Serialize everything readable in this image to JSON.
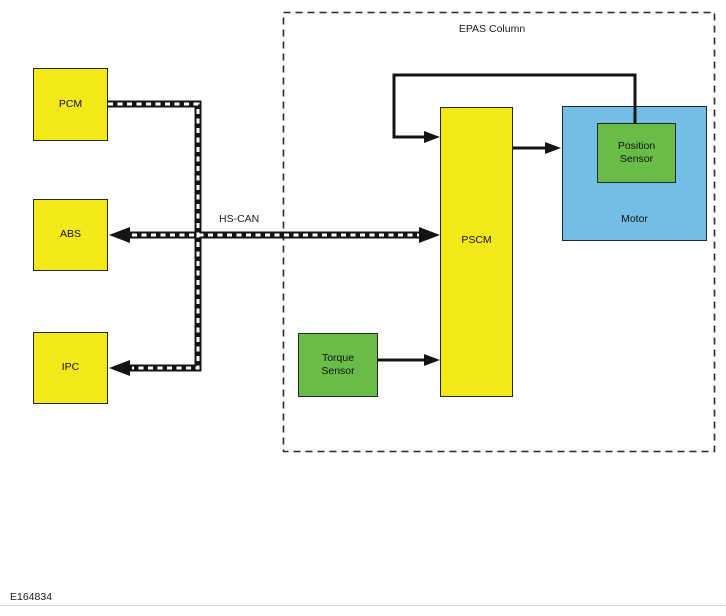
{
  "figure_code": "E164834",
  "group": {
    "label": "EPAS Column"
  },
  "bus": {
    "label": "HS-CAN"
  },
  "modules": {
    "pcm": "PCM",
    "abs": "ABS",
    "ipc": "IPC",
    "pscm": "PSCM"
  },
  "sensors": {
    "torque": "Torque Sensor",
    "position": "Position Sensor"
  },
  "motor": {
    "label": "Motor"
  },
  "colors": {
    "module_fill": "#f3e918",
    "sensor_fill": "#6abc48",
    "motor_fill": "#73bee4",
    "box_border": "#262626",
    "dash_border": "#2a2a2a",
    "line": "#141414",
    "can_dash": "#ffffff",
    "hairline": "#d8d8d8"
  }
}
